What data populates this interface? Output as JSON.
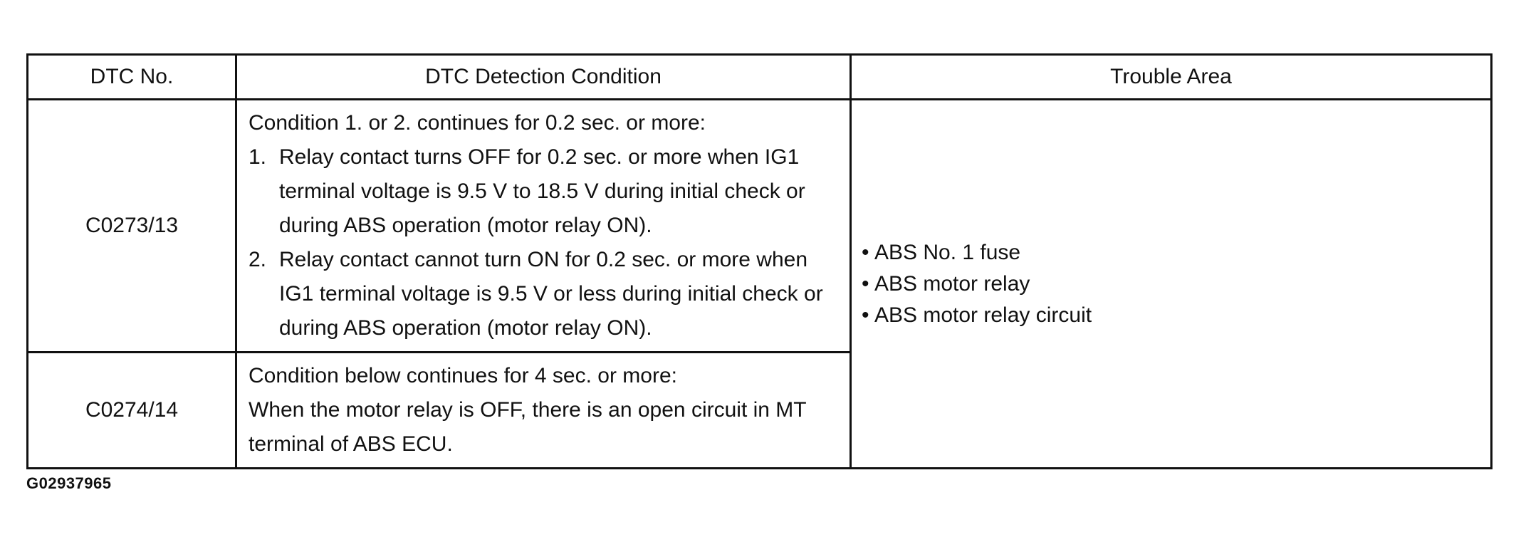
{
  "table": {
    "headers": {
      "dtc_no": "DTC No.",
      "condition": "DTC Detection Condition",
      "trouble_area": "Trouble Area"
    },
    "rows": [
      {
        "dtc_no": "C0273/13",
        "intro": "Condition 1. or 2. continues for 0.2 sec. or more:",
        "items": [
          {
            "num": "1.",
            "text": "Relay contact turns OFF for 0.2 sec. or more when IG1 terminal voltage is 9.5 V to 18.5 V during initial check or during ABS operation (motor relay ON)."
          },
          {
            "num": "2.",
            "text": "Relay contact cannot turn ON for 0.2 sec. or more when IG1 terminal voltage is 9.5 V or less during initial check or during ABS operation (motor relay ON)."
          }
        ]
      },
      {
        "dtc_no": "C0274/14",
        "intro": "Condition below continues for 4 sec. or more:",
        "text": "When the motor relay is OFF, there is an open circuit in MT terminal of ABS ECU."
      }
    ],
    "trouble_area": {
      "bullet": "•",
      "items": [
        "ABS No. 1 fuse",
        "ABS motor relay",
        "ABS motor relay circuit"
      ]
    }
  },
  "figure_id": "G02937965"
}
